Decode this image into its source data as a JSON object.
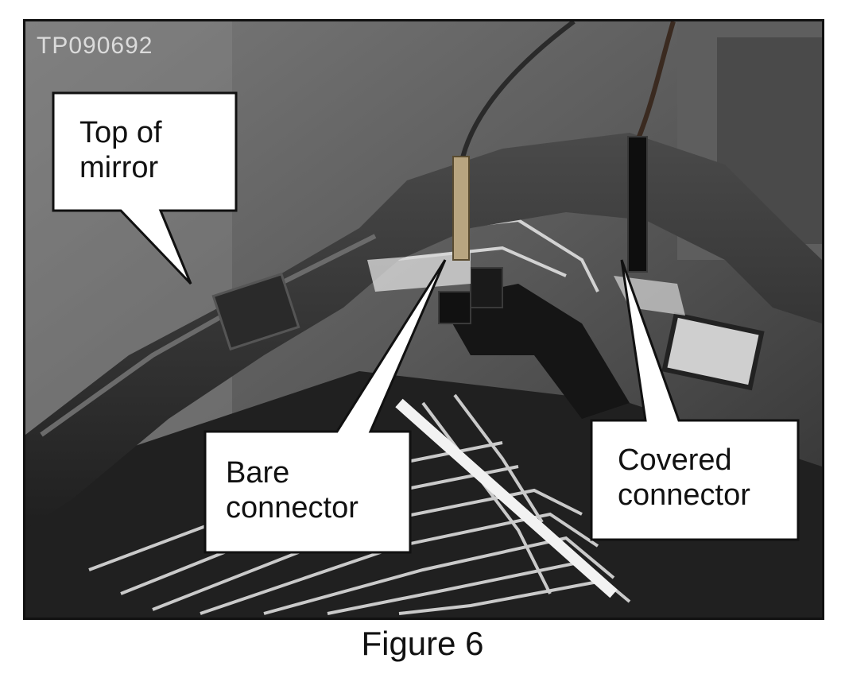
{
  "figure": {
    "watermark": "TP090692",
    "caption": "Figure 6",
    "callouts": {
      "top_of_mirror": "Top of\nmirror",
      "bare_connector": "Bare\nconnector",
      "covered_connector": "Covered\nconnector"
    }
  },
  "colors": {
    "frame": "#111111",
    "callout_fill": "#ffffff",
    "callout_stroke": "#111111"
  }
}
